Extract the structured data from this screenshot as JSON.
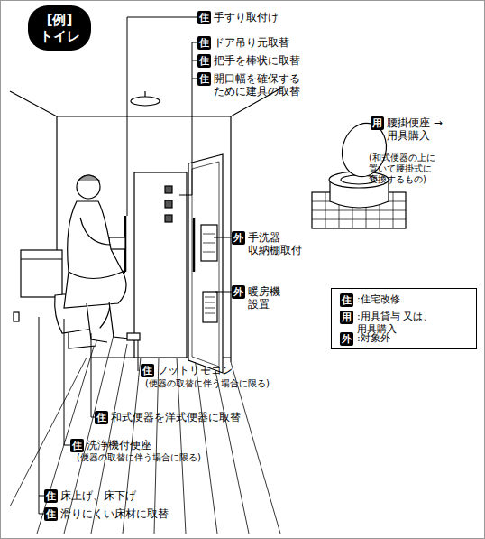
{
  "diagram": {
    "title": "[例] トイレ",
    "nodes": [
      {
        "text": [
          "住",
          "手すり取付け"
        ]
      },
      {
        "text": [
          "住",
          "ドア吊り元取替"
        ]
      },
      {
        "text": [
          "住",
          "把手を棒状に取替"
        ]
      },
      {
        "text": [
          "住",
          "開口幅を確保する ために建具の取替"
        ]
      },
      {
        "text": [
          "用",
          "腰掛便座 →用具購入"
        ]
      },
      {
        "text": [
          "外",
          "手洗器 収納棚取付"
        ]
      },
      {
        "text": [
          "外",
          "暖房機 設置"
        ]
      },
      {
        "text": [
          ":住宅改修",
          ":用具貸与 又は、用具購入",
          ":対象外"
        ]
      },
      {
        "text": [
          "住"
        ],
        "in": 7
      },
      {
        "text": [
          "用"
        ],
        "in": 7
      },
      {
        "text": [
          "外"
        ],
        "in": 7
      },
      {
        "text": [
          "住",
          "フットリモコン"
        ]
      },
      {
        "text": [
          "住",
          "和式便器を洋式便器に取替"
        ]
      },
      {
        "text": [
          "住",
          "洗浄機付便座"
        ]
      },
      {
        "text": [
          "住",
          "床上げ、床下げ"
        ]
      },
      {
        "text": [
          "住",
          "滑りにくい床材に取替"
        ]
      }
    ],
    "labels": [
      "(和式便器の上に 置いて腰掛式に 変換するもの)",
      "(便器の取替に伴う場合に限る)",
      "(便器の取替に伴う場合に限る)"
    ]
  }
}
